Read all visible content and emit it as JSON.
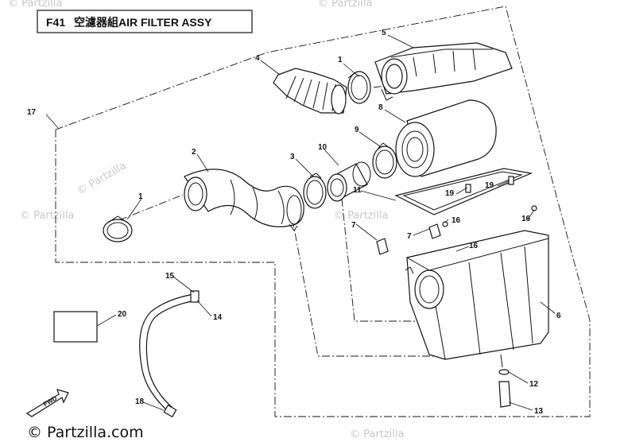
{
  "header": {
    "code": "F41",
    "title": "空濾器組AIR FILTER ASSY"
  },
  "callouts": [
    {
      "id": "c1a",
      "label": "1"
    },
    {
      "id": "c1b",
      "label": "1"
    },
    {
      "id": "c2",
      "label": "2"
    },
    {
      "id": "c3",
      "label": "3"
    },
    {
      "id": "c4",
      "label": "4"
    },
    {
      "id": "c5",
      "label": "5"
    },
    {
      "id": "c6",
      "label": "6"
    },
    {
      "id": "c7a",
      "label": "7"
    },
    {
      "id": "c7b",
      "label": "7"
    },
    {
      "id": "c8",
      "label": "8"
    },
    {
      "id": "c9",
      "label": "9"
    },
    {
      "id": "c10",
      "label": "10"
    },
    {
      "id": "c11",
      "label": "11"
    },
    {
      "id": "c12",
      "label": "12"
    },
    {
      "id": "c13",
      "label": "13"
    },
    {
      "id": "c14",
      "label": "14"
    },
    {
      "id": "c15",
      "label": "15"
    },
    {
      "id": "c16a",
      "label": "16"
    },
    {
      "id": "c16b",
      "label": "16"
    },
    {
      "id": "c16c",
      "label": "16"
    },
    {
      "id": "c17",
      "label": "17"
    },
    {
      "id": "c18",
      "label": "18"
    },
    {
      "id": "c19a",
      "label": "19"
    },
    {
      "id": "c19b",
      "label": "19"
    },
    {
      "id": "c20",
      "label": "20"
    }
  ],
  "fwd_label": "FWD",
  "watermark": {
    "text": "© Partzilla",
    "count": 6
  },
  "brand": {
    "text": "© Partzilla.com"
  }
}
